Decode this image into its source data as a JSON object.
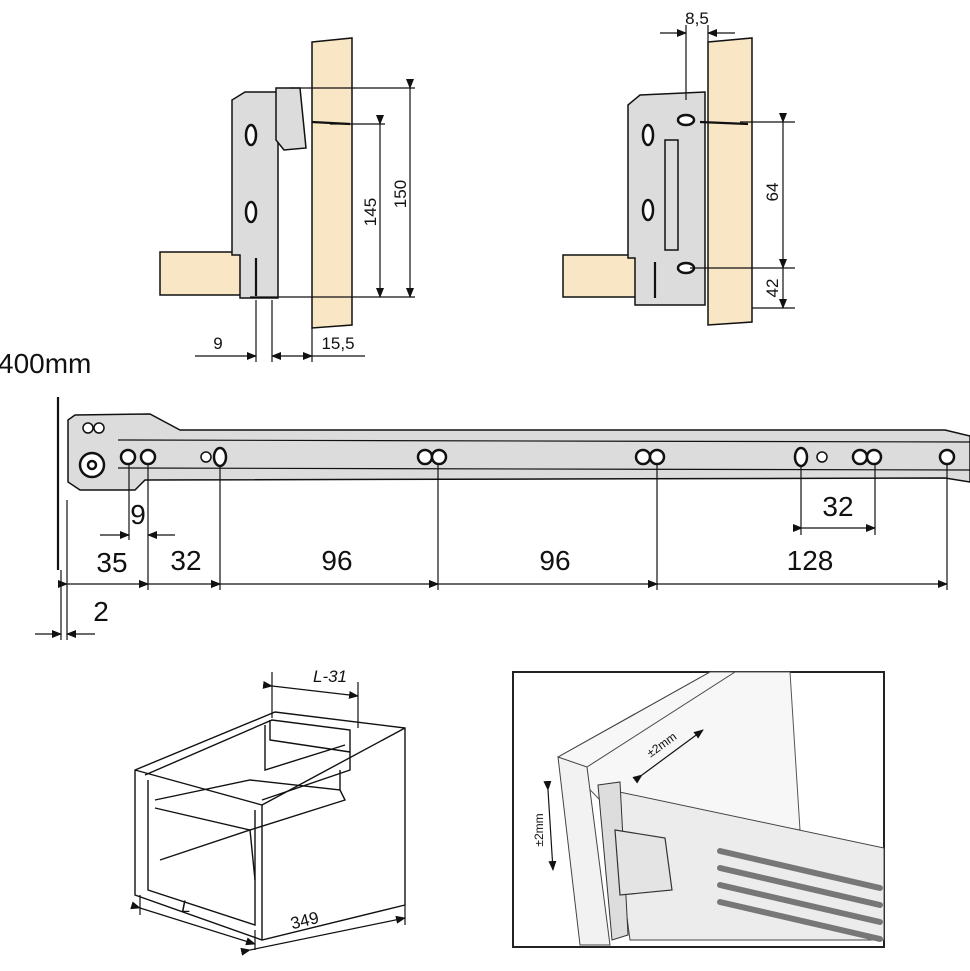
{
  "side_view_left": {
    "dim_9": "9",
    "dim_15_5": "15,5",
    "dim_145": "145",
    "dim_150": "150"
  },
  "side_view_right": {
    "dim_8_5": "8,5",
    "dim_64": "64",
    "dim_42": "42"
  },
  "rail": {
    "length_label": "400mm",
    "dims": {
      "d2": "2",
      "d9": "9",
      "d35": "35",
      "d32a": "32",
      "d96a": "96",
      "d96b": "96",
      "d128": "128",
      "d32b": "32"
    }
  },
  "drawer_box": {
    "l_minus_31": "L-31",
    "l": "L",
    "depth": "349"
  },
  "adjustment_inset": {
    "tol_horizontal": "±2mm",
    "tol_vertical": "±2mm"
  },
  "colors": {
    "wood": "#f8e6c4",
    "metal": "#dcdcdc",
    "line": "#111111"
  }
}
